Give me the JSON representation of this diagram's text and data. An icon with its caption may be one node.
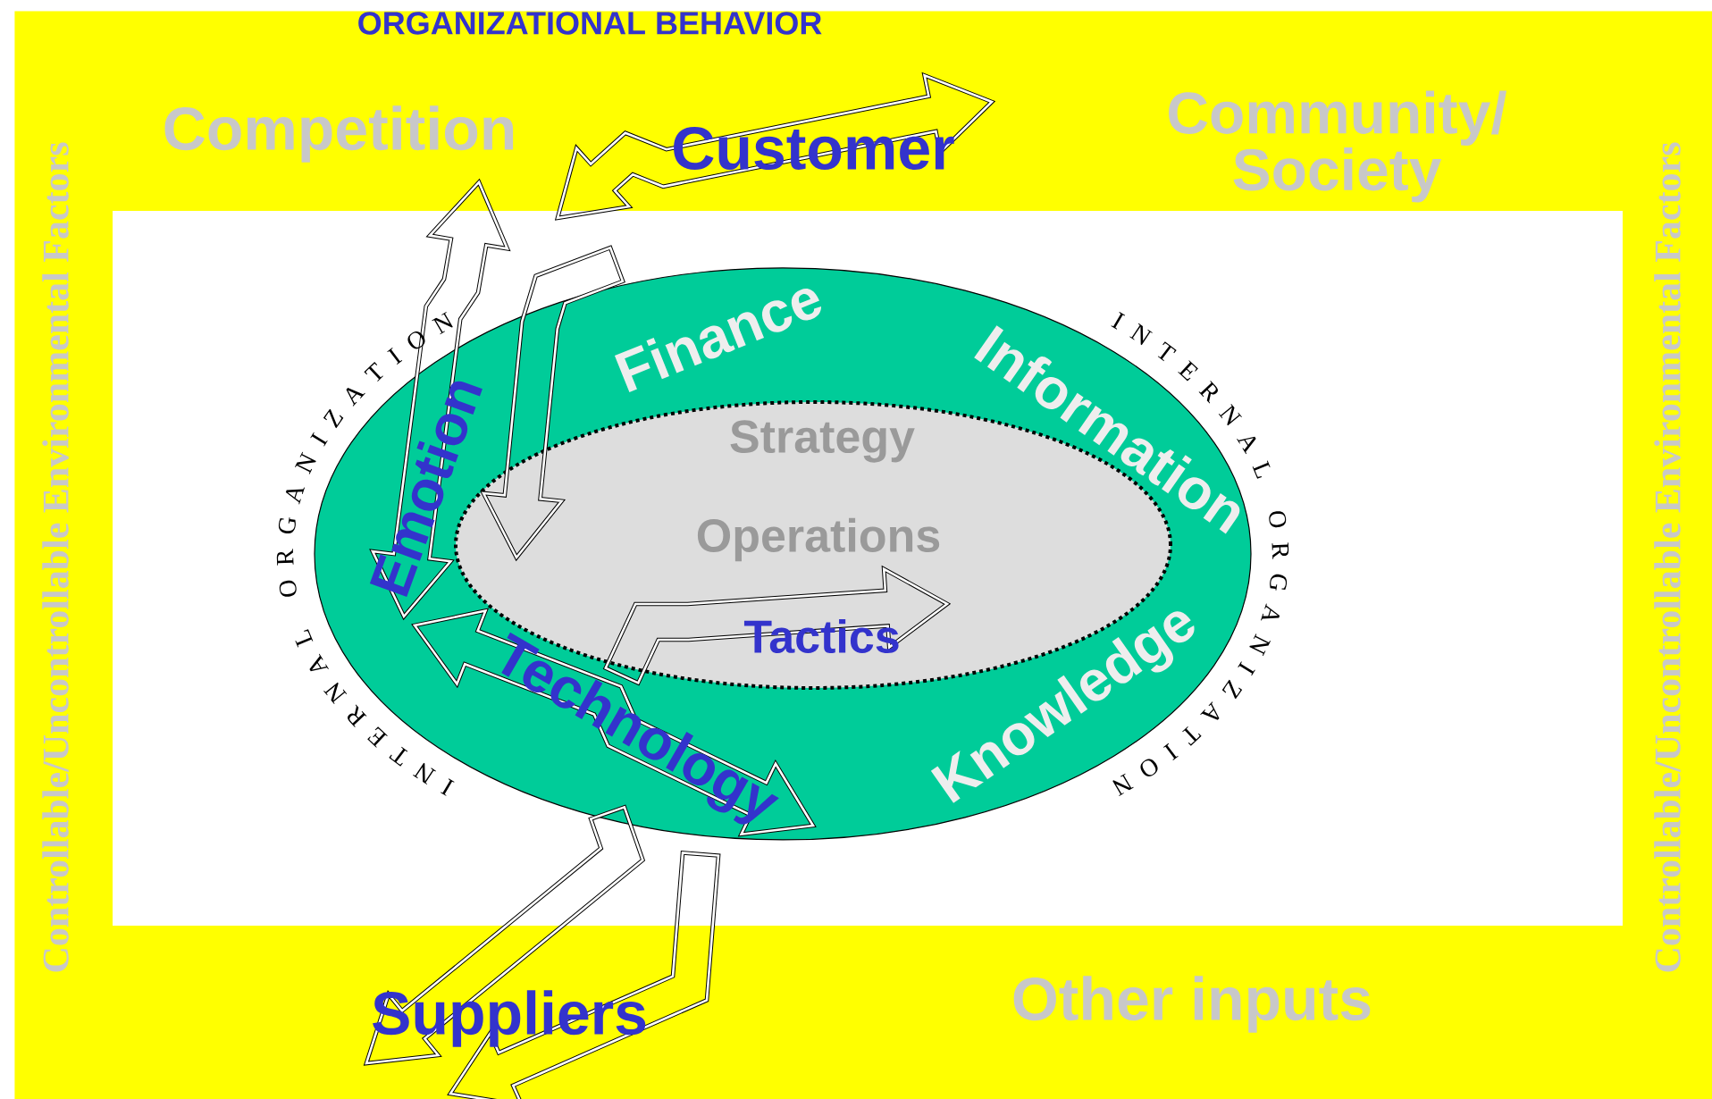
{
  "diagram": {
    "title": "ORGANIZATIONAL BEHAVIOR",
    "nodes": [
      {
        "text": [
          "Controllable/Uncontrollable Environmental Factors",
          "Competition",
          "Community/ Society",
          "Other inputs",
          "Controllable/Uncontrollable Environmental Factors"
        ]
      },
      {
        "text": [
          "Finance",
          "Information",
          "Knowledge"
        ],
        "beside": [
          "INTERNAL ORGANIZATION",
          "INTERNAL ORGANIZATION"
        ],
        "in": 0
      },
      {
        "text": [
          "Strategy",
          "Operations"
        ],
        "in": 1
      }
    ],
    "labels": [
      "Customer",
      "Emotion",
      "Tactics",
      "Technology",
      "Suppliers"
    ]
  }
}
